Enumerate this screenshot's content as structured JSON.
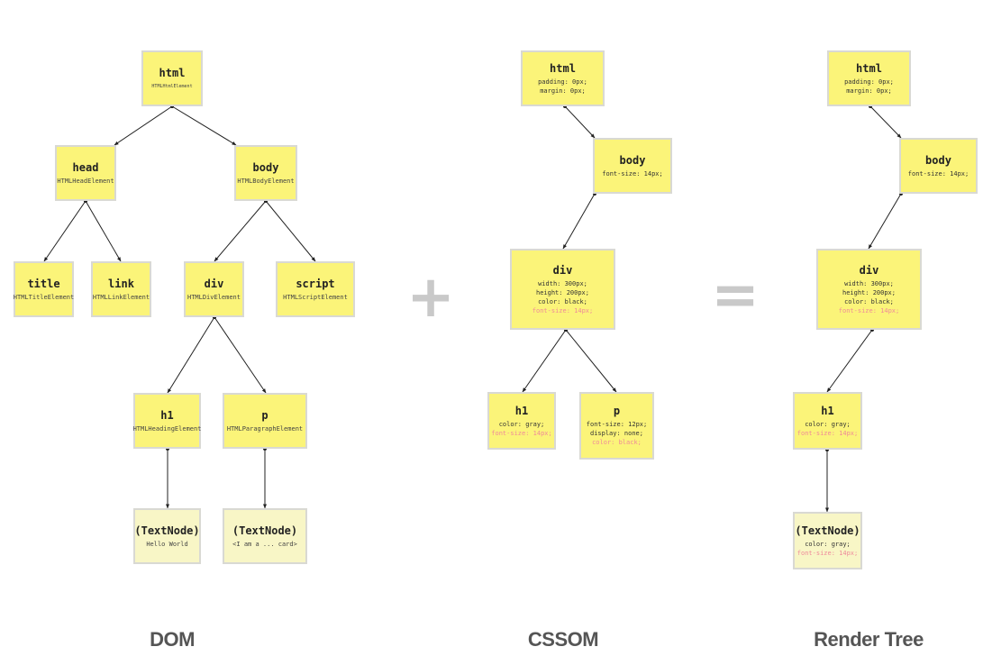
{
  "dom": {
    "label": "DOM",
    "html": {
      "name": "html",
      "type": "HTMLHtmlElement"
    },
    "head": {
      "name": "head",
      "type": "HTMLHeadElement"
    },
    "body": {
      "name": "body",
      "type": "HTMLBodyElement"
    },
    "title": {
      "name": "title",
      "type": "HTMLTitleElement"
    },
    "link": {
      "name": "link",
      "type": "HTMLLinkElement"
    },
    "div": {
      "name": "div",
      "type": "HTMLDivElement"
    },
    "script": {
      "name": "script",
      "type": "HTMLScriptElement"
    },
    "h1": {
      "name": "h1",
      "type": "HTMLHeadingElement"
    },
    "p": {
      "name": "p",
      "type": "HTMLParagraphElement"
    },
    "text1": {
      "name": "(TextNode)",
      "value": "Hello World"
    },
    "text2": {
      "name": "(TextNode)",
      "value": "<I am a ... card>"
    }
  },
  "operators": {
    "plus": "+",
    "equals": "="
  },
  "cssom": {
    "label": "CSSOM",
    "html": {
      "name": "html",
      "rules": [
        "padding: 0px;",
        "margin: 0px;"
      ]
    },
    "body": {
      "name": "body",
      "rules": [
        "font-size: 14px;"
      ]
    },
    "div": {
      "name": "div",
      "rules": [
        "width: 300px;",
        "height: 200px;",
        "color: black;"
      ],
      "inherited": [
        "font-size: 14px;"
      ]
    },
    "h1": {
      "name": "h1",
      "rules": [
        "color: gray;"
      ],
      "inherited": [
        "font-size: 14px;"
      ]
    },
    "p": {
      "name": "p",
      "rules": [
        "font-size: 12px;",
        "display: none;"
      ],
      "inherited": [
        "color: black;"
      ]
    }
  },
  "render": {
    "label": "Render Tree",
    "html": {
      "name": "html",
      "rules": [
        "padding: 0px;",
        "margin: 0px;"
      ]
    },
    "body": {
      "name": "body",
      "rules": [
        "font-size: 14px;"
      ]
    },
    "div": {
      "name": "div",
      "rules": [
        "width: 300px;",
        "height: 200px;",
        "color: black;"
      ],
      "inherited": [
        "font-size: 14px;"
      ]
    },
    "h1": {
      "name": "h1",
      "rules": [
        "color: gray;"
      ],
      "inherited": [
        "font-size: 14px;"
      ]
    },
    "text": {
      "name": "(TextNode)",
      "rules": [
        "color: gray;"
      ],
      "inherited": [
        "font-size: 14px;"
      ]
    }
  },
  "colors": {
    "node_fill": "#fbf479",
    "text_node_fill": "#f8f6c6",
    "inherited_text": "#ef8a9a",
    "edge": "#222222"
  }
}
